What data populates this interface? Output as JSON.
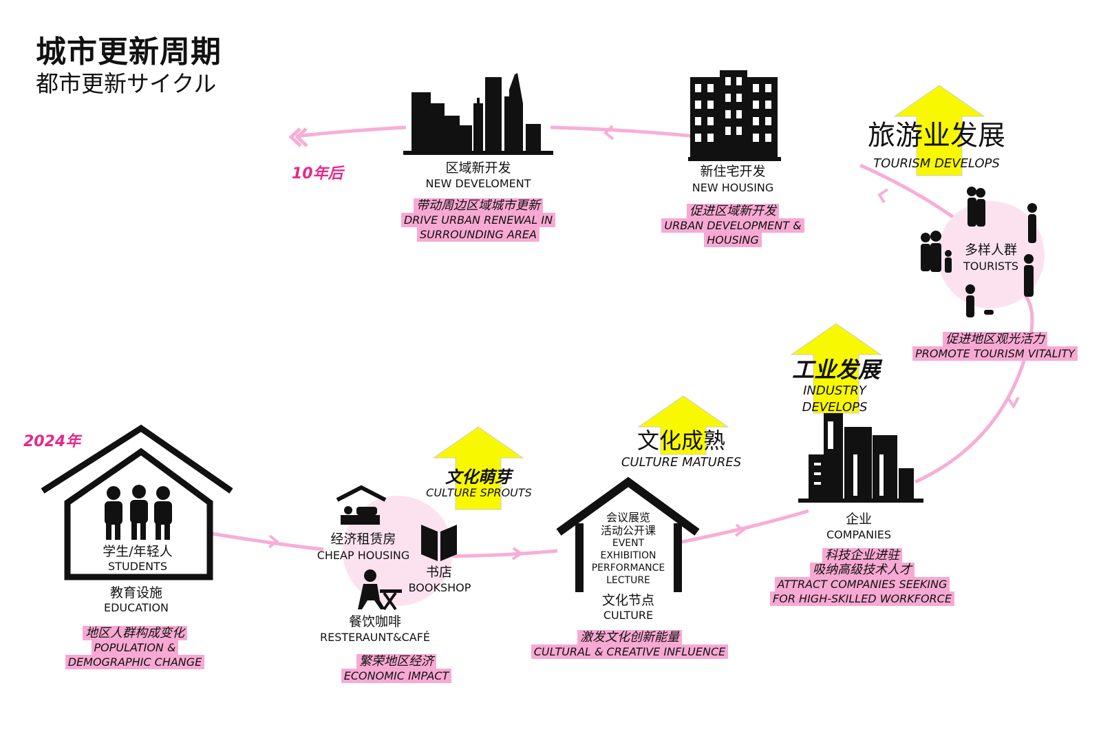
{
  "title": {
    "cn": "城市更新周期",
    "jp": "都市更新サイクル"
  },
  "years": {
    "start": "2024年",
    "end": "10年后"
  },
  "colors": {
    "path": "#f7aed6",
    "highlight": "#f7a9d3",
    "year": "#e8278c",
    "arrow": "#f8f800",
    "icon": "#111111"
  },
  "nodes": {
    "education": {
      "label_cn": "学生/年轻人",
      "label_en": "STUDENTS",
      "name_cn": "教育设施",
      "name_en": "EDUCATION",
      "impact": [
        "地区人群构成变化",
        "POPULATION &",
        "DEMOGRAPHIC CHANGE"
      ]
    },
    "economy": {
      "housing_cn": "经济租赁房",
      "housing_en": "CHEAP HOUSING",
      "book_cn": "书店",
      "book_en": "BOOKSHOP",
      "cafe_cn": "餐饮咖啡",
      "cafe_en": "RESTERAUNT&CAFÉ",
      "impact": [
        "繁荣地区经济",
        "ECONOMIC IMPACT"
      ]
    },
    "culture": {
      "lines": [
        "会议展览",
        "活动公开课",
        "EVENT",
        "EXHIBITION",
        "PERFORMANCE",
        "LECTURE"
      ],
      "name_cn": "文化节点",
      "name_en": "CULTURE",
      "impact": [
        "激发文化创新能量",
        "CULTURAL & CREATIVE INFLUENCE"
      ]
    },
    "companies": {
      "name_cn": "企业",
      "name_en": "COMPANIES",
      "impact": [
        "科技企业进驻",
        "吸纳高级技术人才",
        "ATTRACT COMPANIES SEEKING",
        "FOR HIGH-SKILLED WORKFORCE"
      ]
    },
    "tourists": {
      "name_cn": "多样人群",
      "name_en": "TOURISTS",
      "impact": [
        "促进地区观光活力",
        "PROMOTE TOURISM VITALITY"
      ]
    },
    "housing": {
      "name_cn": "新住宅开发",
      "name_en": "NEW HOUSING",
      "impact": [
        "促进区域新开发",
        "URBAN DEVELOPMENT &",
        "HOUSING"
      ]
    },
    "development": {
      "name_cn": "区域新开发",
      "name_en": "NEW DEVELOMENT",
      "impact": [
        "带动周边区域城市更新",
        "DRIVE URBAN RENEWAL IN",
        "SURROUNDING AREA"
      ]
    }
  },
  "stages": {
    "sprouts": {
      "cn": "文化萌芽",
      "en": "CULTURE SPROUTS"
    },
    "matures": {
      "cn": "文化成熟",
      "en": "CULTURE MATURES"
    },
    "industry": {
      "cn": "工业发展",
      "en": [
        "INDUSTRY",
        "DEVELOPS"
      ]
    },
    "tourism": {
      "cn": "旅游业发展",
      "en": "TOURISM DEVELOPS"
    }
  }
}
